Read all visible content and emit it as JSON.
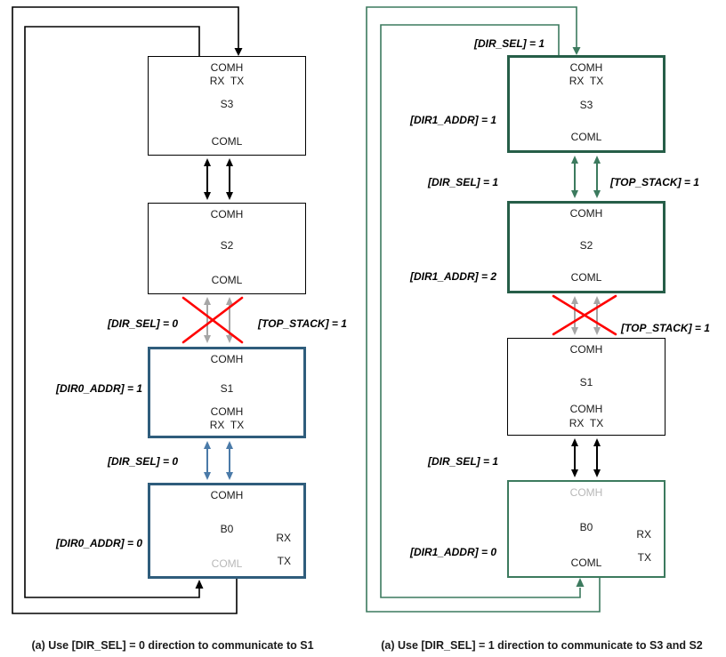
{
  "colors": {
    "thick_blue": "#2f5d7c",
    "blue_arrow": "#4a7aa8",
    "thick_green": "#265e48",
    "green_line": "#3c7a5e",
    "red": "#ff0000",
    "gray_arrow": "#a6a6a6",
    "gray_text": "#b8b8b8"
  },
  "left": {
    "caption": "(a) Use [DIR_SEL] = 0 direction to communicate to S1",
    "s3": {
      "top": "COMH",
      "rxtx": "RX  TX",
      "name": "S3",
      "bottom": "COML"
    },
    "s2": {
      "top": "COMH",
      "name": "S2",
      "bottom": "COML"
    },
    "s1": {
      "top": "COMH",
      "name": "S1",
      "bottom": "COMH",
      "rxtx": "RX  TX"
    },
    "b0": {
      "top": "COMH",
      "name": "B0",
      "rx": "RX",
      "tx": "TX",
      "bottom": "COML"
    },
    "labels": {
      "dir_sel_x": "[DIR_SEL] = 0",
      "top_stack_x": "[TOP_STACK] = 1",
      "addr_s1": "[DIR0_ADDR] = 1",
      "dir_sel_low": "[DIR_SEL] = 0",
      "addr_b0": "[DIR0_ADDR] = 0"
    }
  },
  "right": {
    "caption": "(a) Use [DIR_SEL] = 1 direction to communicate to S3 and S2",
    "s3": {
      "top": "COMH",
      "rxtx": "RX  TX",
      "name": "S3",
      "bottom": "COML"
    },
    "s2": {
      "top": "COMH",
      "name": "S2",
      "bottom": "COML"
    },
    "s1": {
      "top": "COMH",
      "name": "S1",
      "bottom": "COMH",
      "rxtx": "RX  TX"
    },
    "b0": {
      "top": "COMH",
      "name": "B0",
      "rx": "RX",
      "tx": "TX",
      "bottom": "COML"
    },
    "labels": {
      "dir_sel_top": "[DIR_SEL] = 1",
      "addr_s3": "[DIR1_ADDR] = 1",
      "dir_sel_mid": "[DIR_SEL] = 1",
      "top_stack_mid": "[TOP_STACK] = 1",
      "addr_s2": "[DIR1_ADDR] = 2",
      "top_stack_x": "[TOP_STACK] = 1",
      "dir_sel_low": "[DIR_SEL] = 1",
      "addr_b0": "[DIR1_ADDR] = 0"
    }
  }
}
